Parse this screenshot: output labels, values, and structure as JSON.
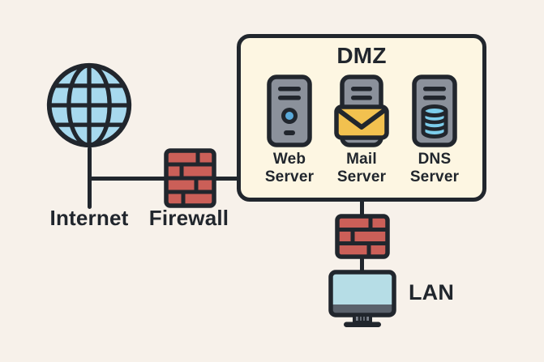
{
  "colors": {
    "background": "#f7f1ea",
    "ink": "#21262d",
    "brick_red": "#cb5f58",
    "globe_blue": "#a7d9ee",
    "server_gray": "#8b919b",
    "envelope_yellow": "#f2c14f",
    "db_blue": "#7ccdeb",
    "screen_blue": "#b6dde6",
    "dmz_fill": "#fdf6e2",
    "power_blue": "#5aa9d9",
    "bezel_gray": "#5a616b",
    "stand_gray": "#7c828c"
  },
  "nodes": {
    "internet": {
      "label": "Internet",
      "icon": "globe-icon"
    },
    "firewall_outer": {
      "label": "Firewall",
      "icon": "firewall-brick-icon"
    },
    "dmz": {
      "label": "DMZ",
      "servers": [
        {
          "label": "Web Server",
          "icon": "web-server-tower-icon"
        },
        {
          "label": "Mail Server",
          "icon": "mail-server-tower-icon"
        },
        {
          "label": "DNS Server",
          "icon": "dns-server-tower-icon"
        }
      ]
    },
    "firewall_inner": {
      "icon": "firewall-brick-icon"
    },
    "lan": {
      "label": "LAN",
      "icon": "monitor-icon"
    }
  }
}
